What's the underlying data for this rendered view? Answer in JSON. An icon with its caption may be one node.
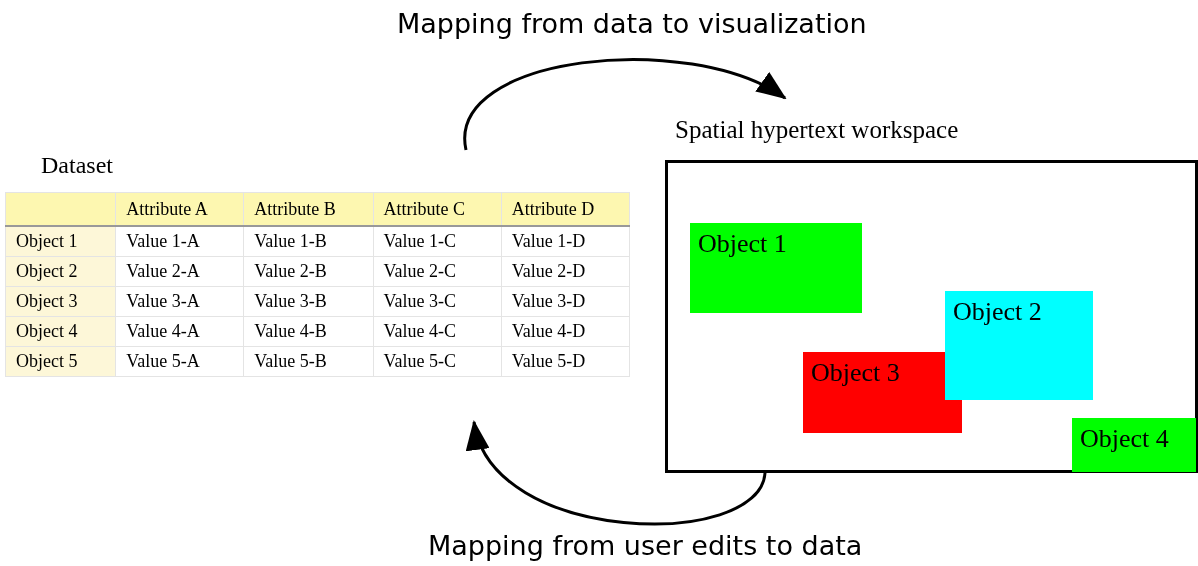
{
  "diagram": {
    "nodes": [
      {
        "text": [
          "Dataset"
        ]
      },
      {
        "text": [
          "Spatial hypertext workspace"
        ]
      },
      {
        "text": [
          "Object 1"
        ],
        "in": 1
      },
      {
        "text": [
          "Object 2"
        ],
        "in": 1
      },
      {
        "text": [
          "Object 3"
        ],
        "in": 1
      },
      {
        "text": [
          "Object 4"
        ],
        "in": 1
      }
    ],
    "edges": [
      {
        "from": 0,
        "to": 1,
        "arrow": "to",
        "label": "Mapping from data to visualization"
      },
      {
        "from": 1,
        "to": 0,
        "arrow": "to",
        "label": "Mapping from user edits to data"
      }
    ],
    "labels": [
      "Attribute A",
      "Attribute B",
      "Attribute C",
      "Attribute D",
      "Object 1",
      "Value 1-A",
      "Value 1-B",
      "Value 1-C",
      "Value 1-D",
      "Object 2",
      "Value 2-A",
      "Value 2-B",
      "Value 2-C",
      "Value 2-D",
      "Object 3",
      "Value 3-A",
      "Value 3-B",
      "Value 3-C",
      "Value 3-D",
      "Object 4",
      "Value 4-A",
      "Value 4-B",
      "Value 4-C",
      "Value 4-D",
      "Object 5",
      "Value 5-A",
      "Value 5-B",
      "Value 5-C",
      "Value 5-D"
    ]
  }
}
